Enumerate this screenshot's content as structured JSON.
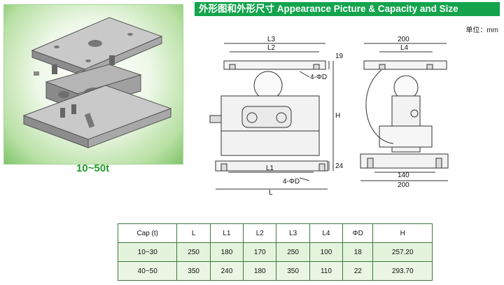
{
  "header": {
    "title": "外形图和外形尺寸  Appearance Picture  & Capacity and Size"
  },
  "units_label": "单位：mm",
  "photo": {
    "caption": "10~50t"
  },
  "drawing": {
    "front_view": {
      "L3": "L3",
      "L2": "L2",
      "L1": "L1",
      "L": "L",
      "dim_19": "19",
      "dim_24": "24",
      "H": "H",
      "hole_top": "4-ΦD",
      "hole_bottom": "4-ΦD"
    },
    "side_view": {
      "dim_200_top": "200",
      "L4": "L4",
      "dim_140": "140",
      "dim_200_bottom": "200"
    }
  },
  "table": {
    "headers": [
      "Cap (t)",
      "L",
      "L1",
      "L2",
      "L3",
      "L4",
      "ΦD",
      "H"
    ],
    "rows": [
      [
        "10~30",
        "250",
        "180",
        "170",
        "250",
        "100",
        "18",
        "257.20"
      ],
      [
        "40~50",
        "350",
        "240",
        "180",
        "350",
        "110",
        "22",
        "293.70"
      ]
    ]
  },
  "colors": {
    "title_bg": "#13a44c",
    "caption": "#1f9a2a",
    "table_row": "#e4f3dc"
  }
}
